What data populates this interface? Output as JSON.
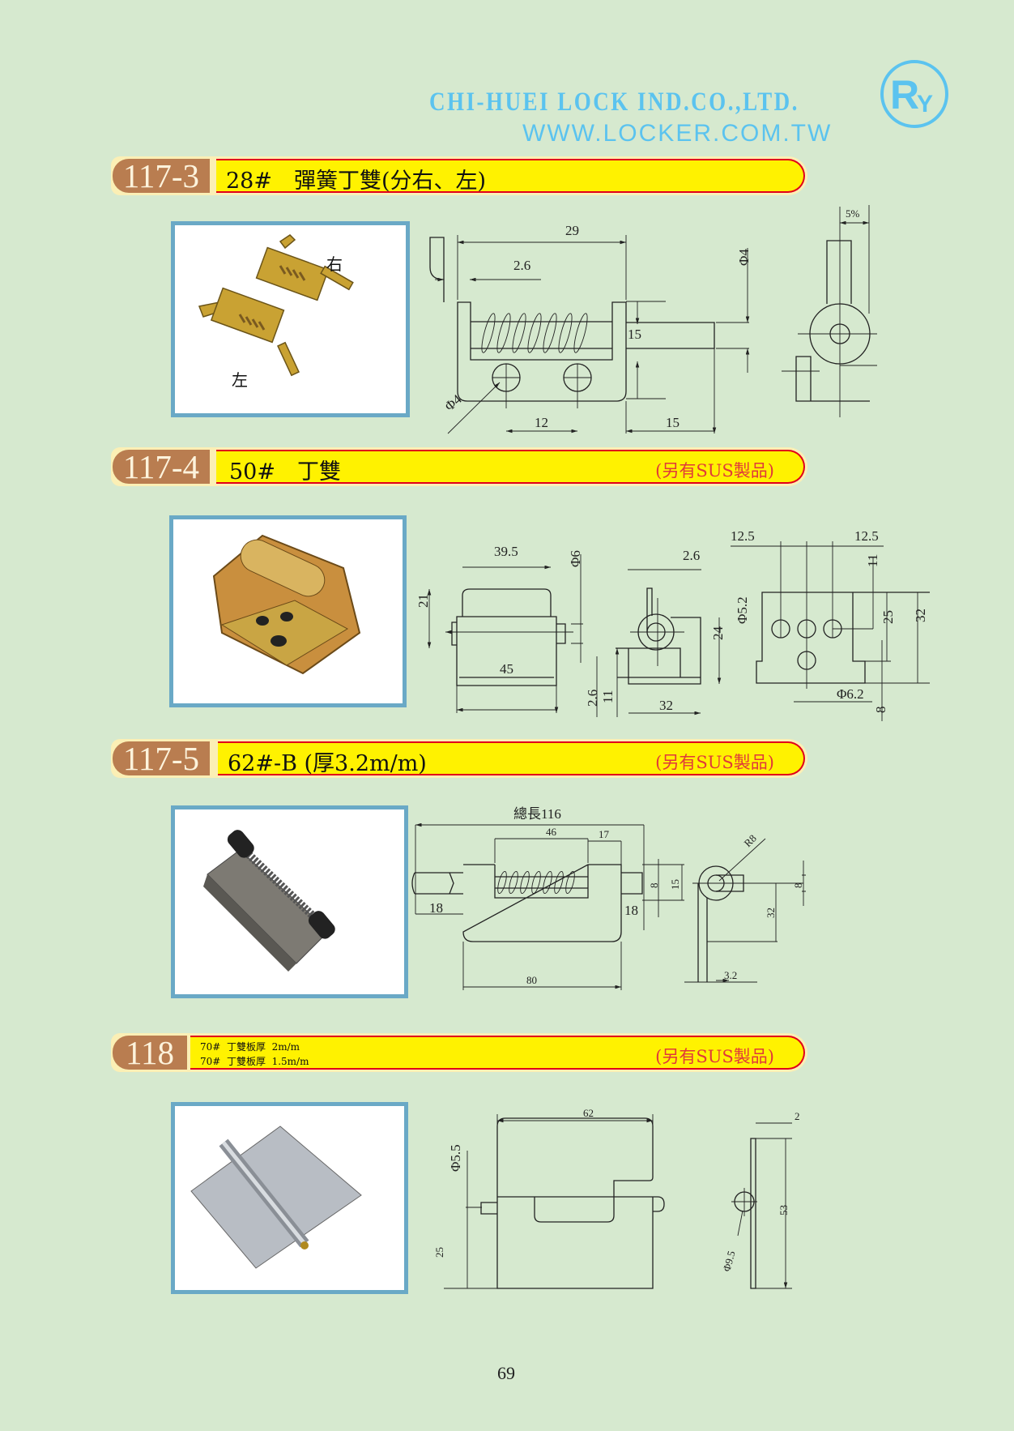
{
  "header": {
    "company": "CHI-HUEI LOCK IND.CO.,LTD.",
    "website": "WWW.LOCKER.COM.TW",
    "logo_text": "RY",
    "brand_color": "#5bc3ef"
  },
  "sections": [
    {
      "code": "117-3",
      "title": "28#　彈簧丁雙(分右、左)",
      "photo_labels": {
        "right": "右",
        "left": "左"
      },
      "dims": {
        "d29": "29",
        "d2_6": "2.6",
        "dphi4_top": "Φ4",
        "d15_v": "15",
        "dphi4_hole": "Φ4",
        "d12": "12",
        "d15_h": "15",
        "d5": "5%"
      }
    },
    {
      "code": "117-4",
      "title": "50#　丁雙",
      "note": "(另有SUS製品)",
      "dims": {
        "d39_5": "39.5",
        "dphi6": "Φ6",
        "d21": "21",
        "d45": "45",
        "d2_6a": "2.6",
        "d24": "24",
        "d11a": "11",
        "d2_6b": "2.6",
        "d32a": "32",
        "d12_5a": "12.5",
        "d12_5b": "12.5",
        "d11b": "11",
        "dphi5_2": "Φ5.2",
        "d25": "25",
        "d32b": "32",
        "dphi6_2": "Φ6.2",
        "d8": "8"
      }
    },
    {
      "code": "117-5",
      "title": "62#-B (厚3.2m/m)",
      "note": "(另有SUS製品)",
      "dims": {
        "total": "總長116",
        "d46": "46",
        "d17": "17",
        "d18a": "18",
        "d18b": "18",
        "d8a": "8",
        "d15": "15",
        "d80": "80",
        "r8": "R8",
        "d8b": "8",
        "d32": "32",
        "d3_2": "3.2"
      }
    },
    {
      "code": "118",
      "lines": [
        "70#  丁雙板厚  2m/m",
        "70#  丁雙板厚  1.5m/m"
      ],
      "note": "(另有SUS製品)",
      "dims": {
        "d62": "62",
        "dphi5_5": "Φ5.5",
        "d25": "25",
        "d2": "2",
        "d53": "53",
        "dphi9_5": "Φ9.5"
      }
    }
  ],
  "page_number": "69"
}
